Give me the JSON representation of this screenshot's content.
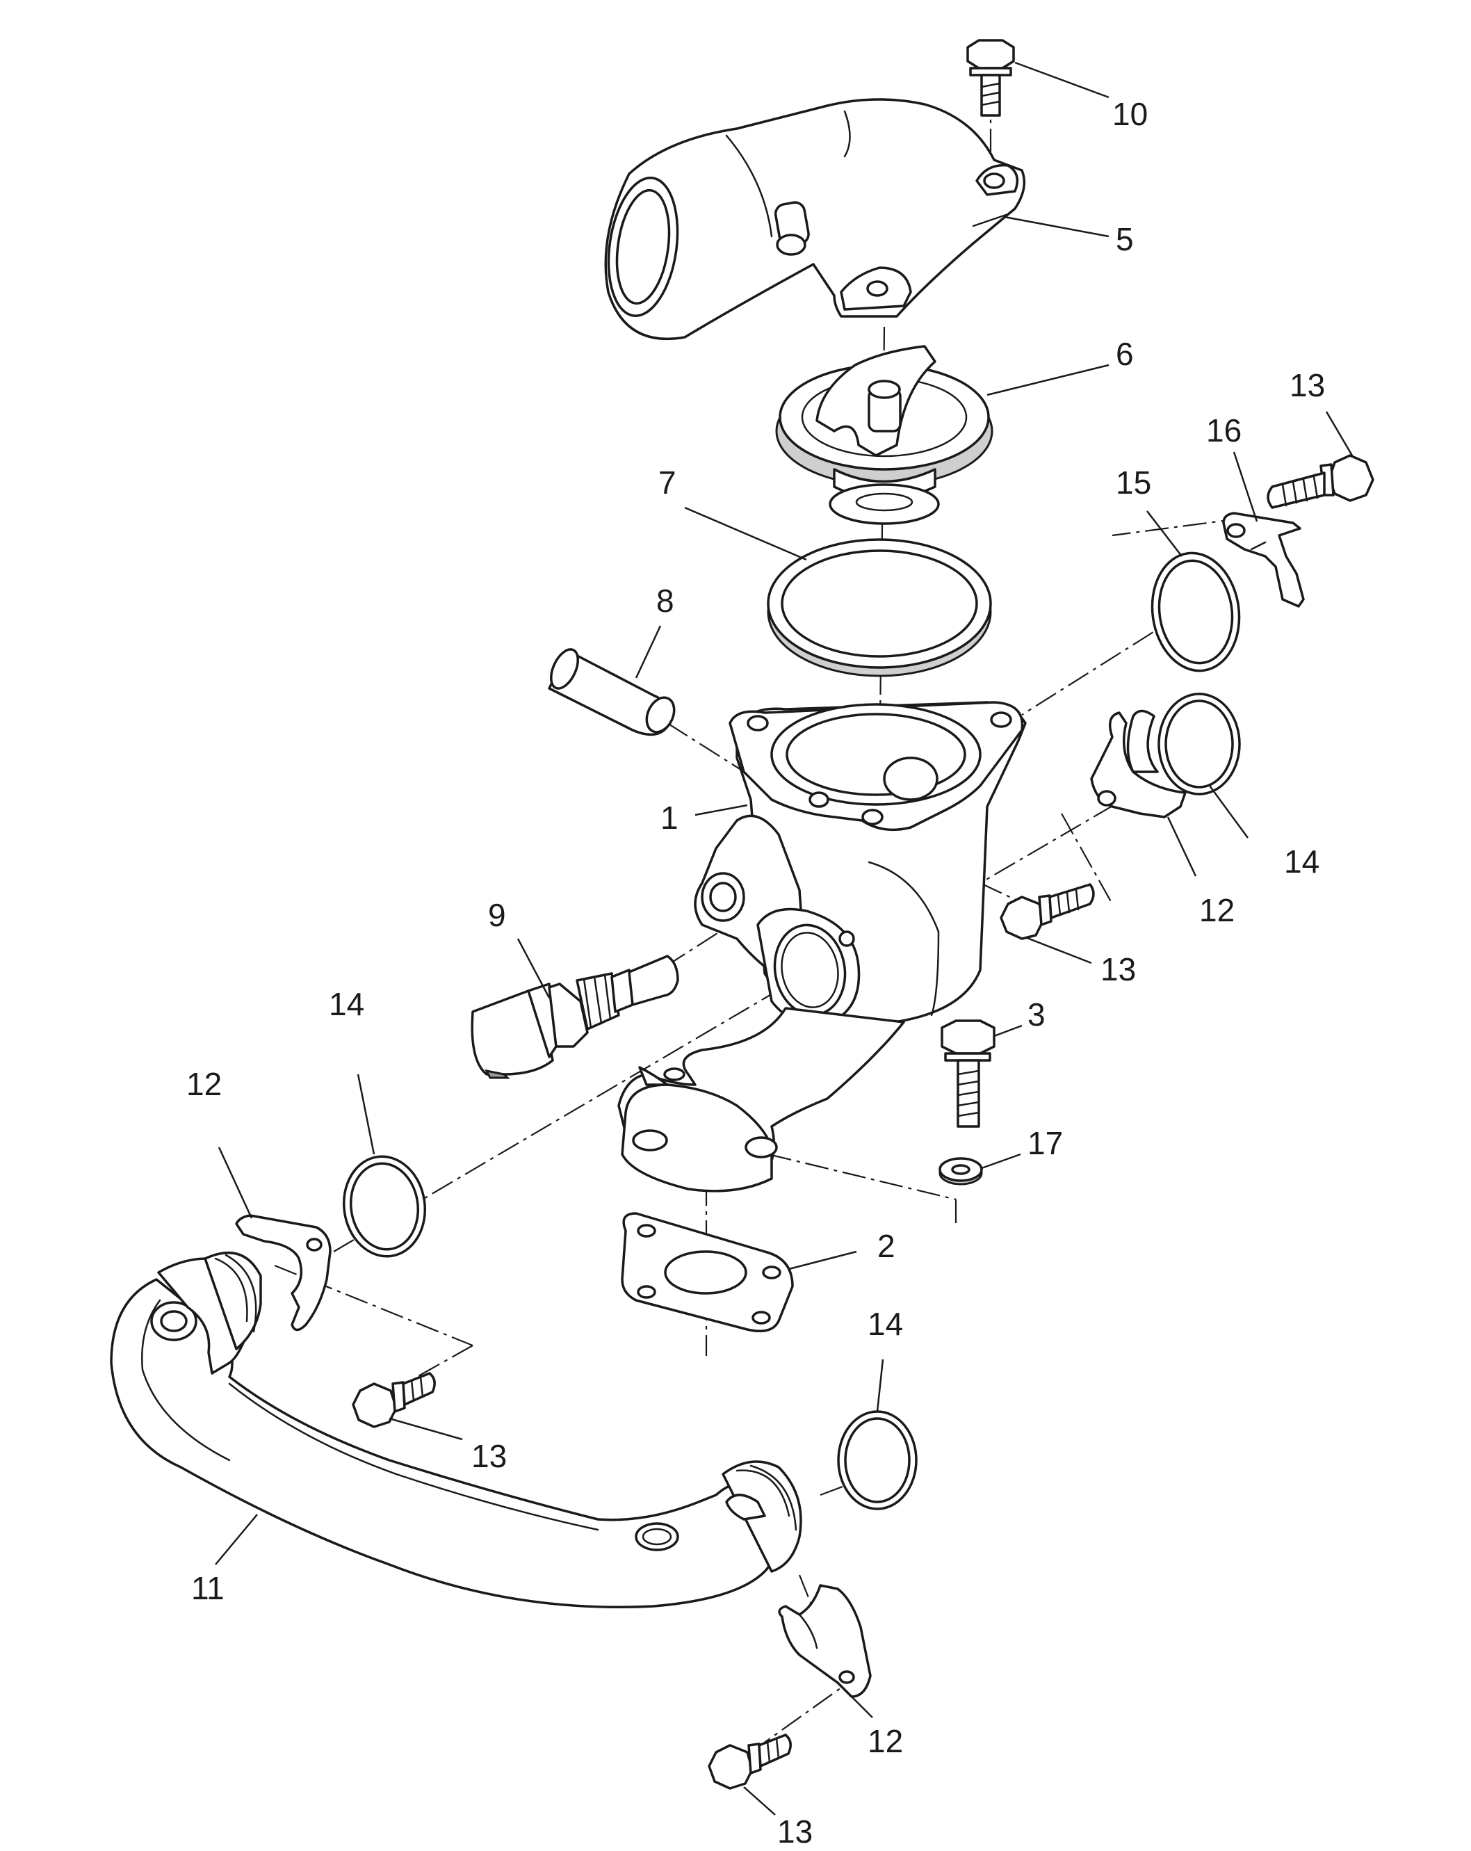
{
  "callouts": [
    {
      "id": "c10",
      "label": "10"
    },
    {
      "id": "c5",
      "label": "5"
    },
    {
      "id": "c6",
      "label": "6"
    },
    {
      "id": "c13a",
      "label": "13"
    },
    {
      "id": "c16",
      "label": "16"
    },
    {
      "id": "c7",
      "label": "7"
    },
    {
      "id": "c15",
      "label": "15"
    },
    {
      "id": "c8",
      "label": "8"
    },
    {
      "id": "c1",
      "label": "1"
    },
    {
      "id": "c14a",
      "label": "14"
    },
    {
      "id": "c12a",
      "label": "12"
    },
    {
      "id": "c9",
      "label": "9"
    },
    {
      "id": "c13b",
      "label": "13"
    },
    {
      "id": "c3",
      "label": "3"
    },
    {
      "id": "c14b",
      "label": "14"
    },
    {
      "id": "c12b",
      "label": "12"
    },
    {
      "id": "c17",
      "label": "17"
    },
    {
      "id": "c2",
      "label": "2"
    },
    {
      "id": "c14c",
      "label": "14"
    },
    {
      "id": "c13c",
      "label": "13"
    },
    {
      "id": "c11",
      "label": "11"
    },
    {
      "id": "c12c",
      "label": "12"
    },
    {
      "id": "c13d",
      "label": "13"
    }
  ],
  "colors": {
    "line": "#1a1a1a",
    "background": "#ffffff",
    "shade": "#cfcfcf"
  }
}
